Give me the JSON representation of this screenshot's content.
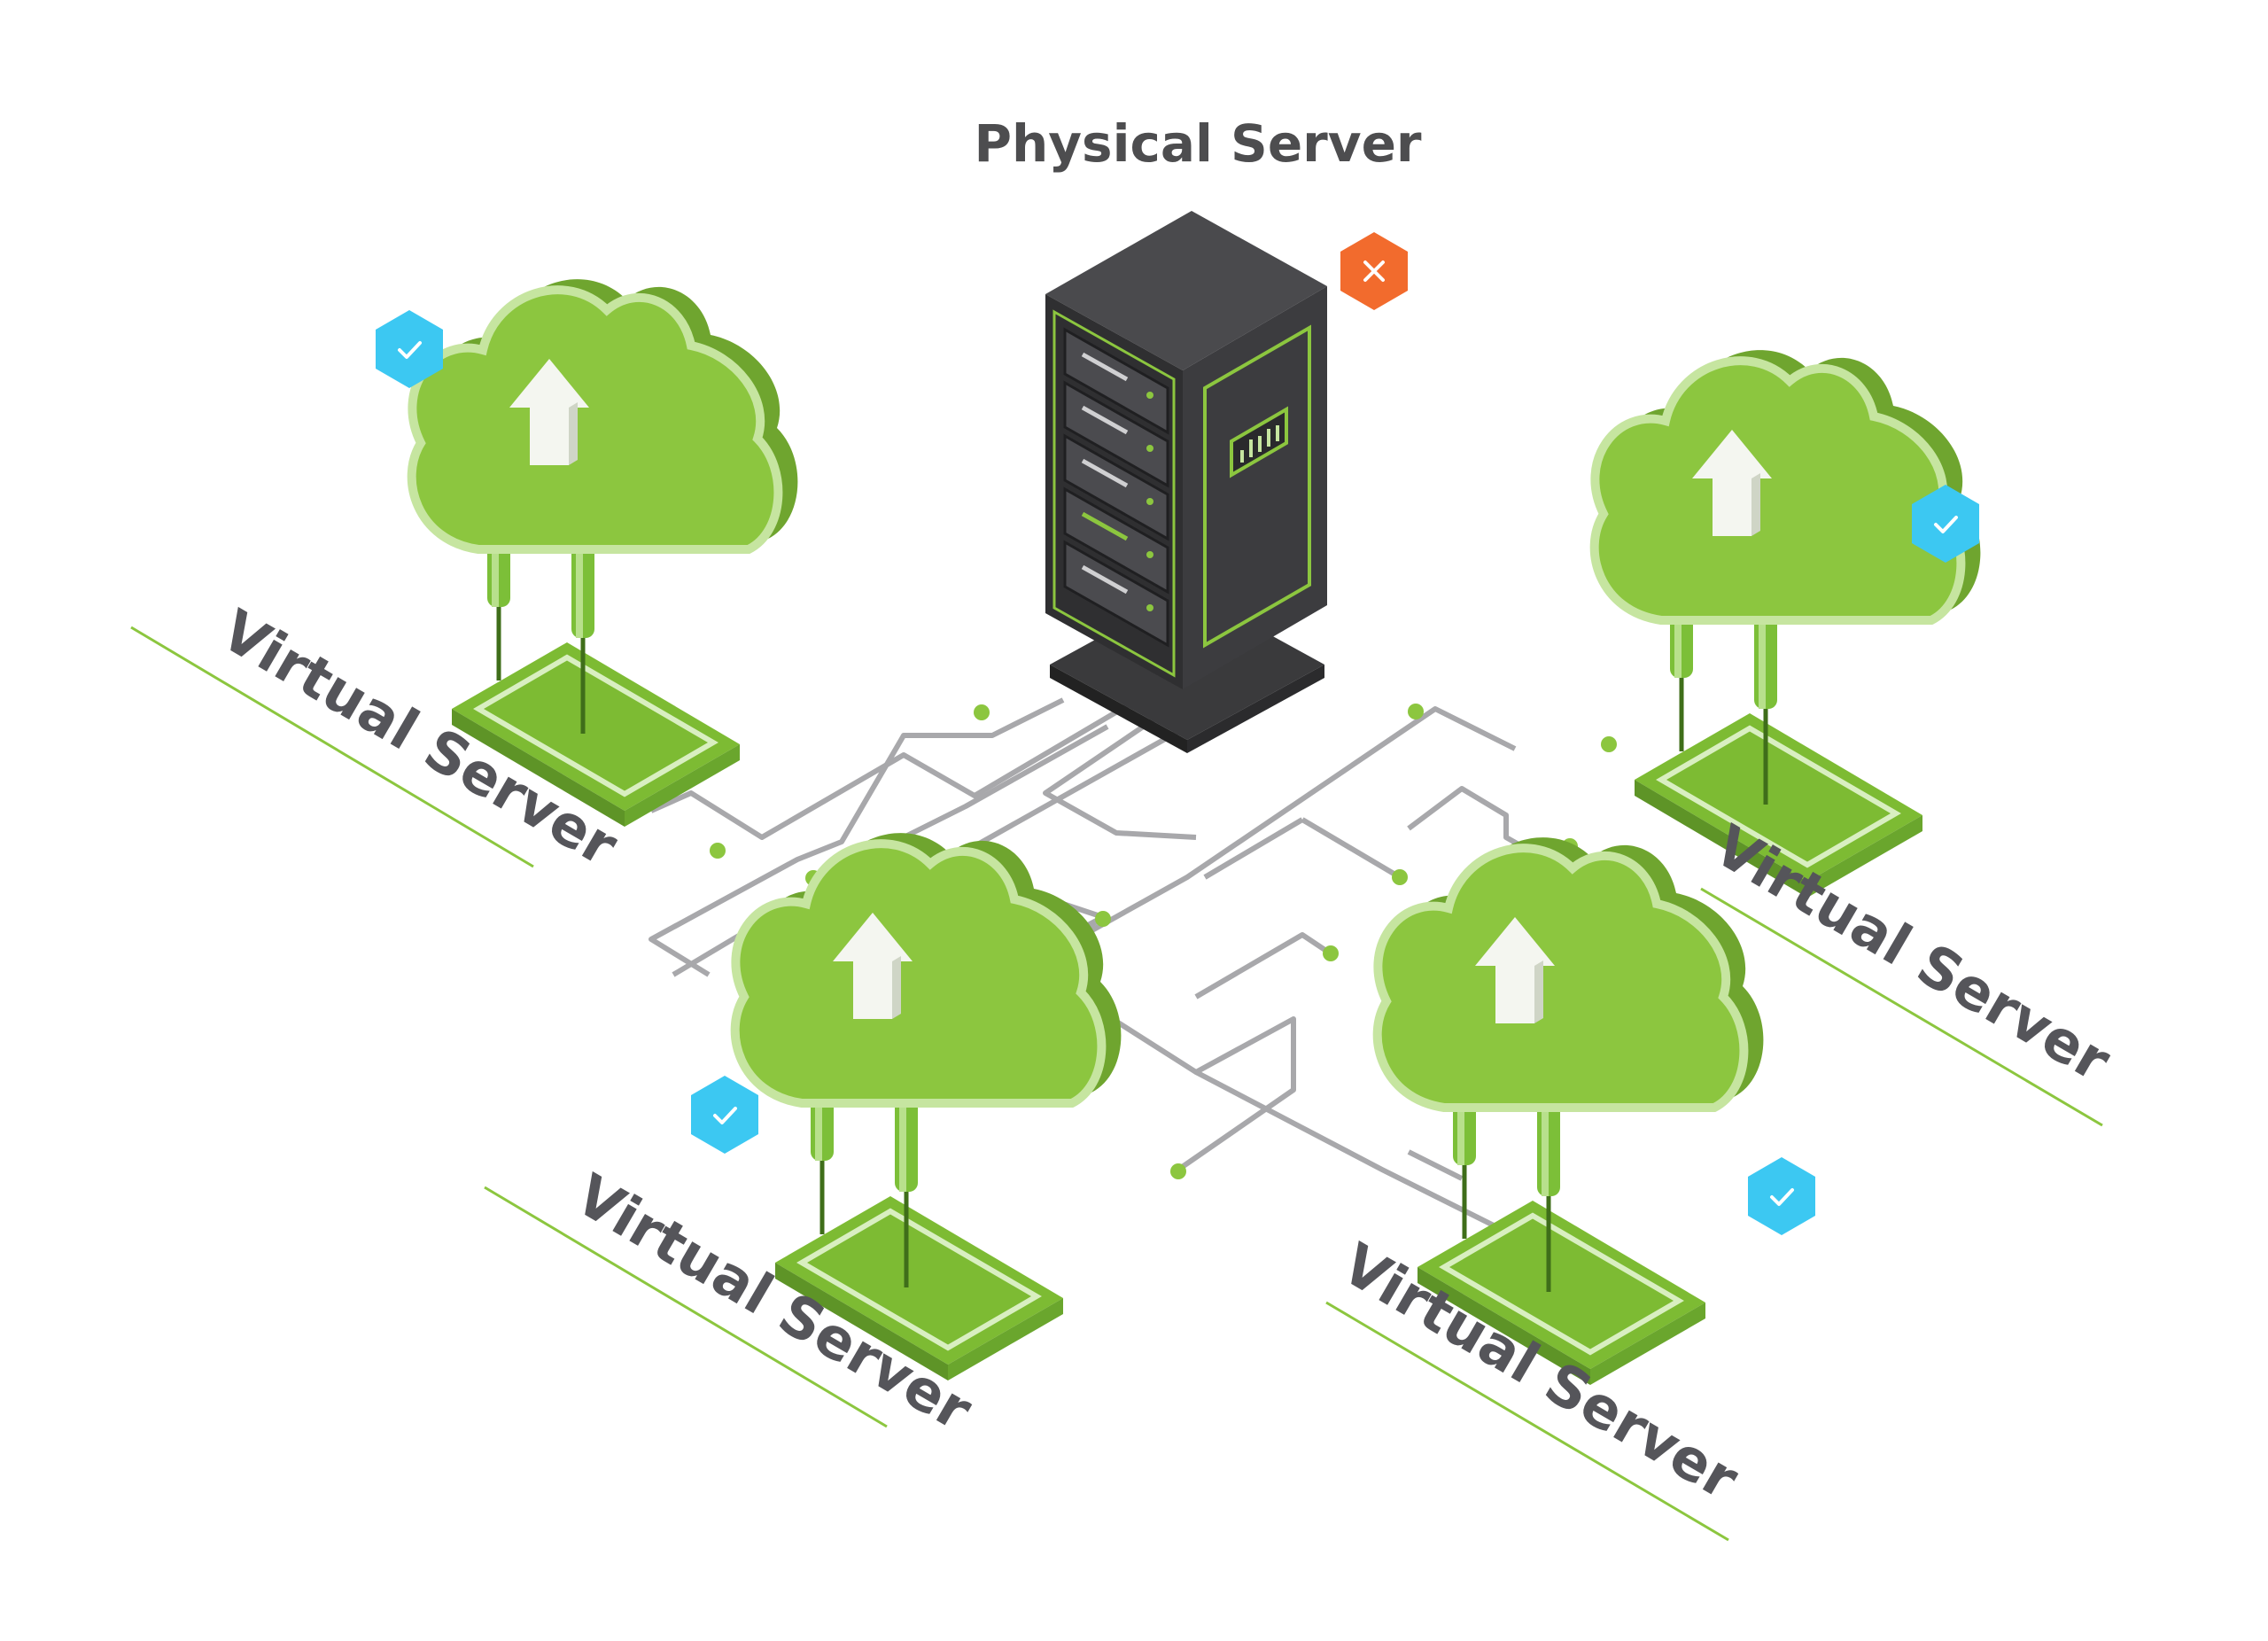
{
  "title": "Physical Server",
  "physical_server": {
    "status_icon": "x-icon",
    "status_color": "#f26b2d"
  },
  "virtual_servers": [
    {
      "label": "Virtual Server",
      "status_icon": "check-icon",
      "status_color": "#3cc8f2"
    },
    {
      "label": "Virtual Server",
      "status_icon": "check-icon",
      "status_color": "#3cc8f2"
    },
    {
      "label": "Virtual Server",
      "status_icon": "check-icon",
      "status_color": "#3cc8f2"
    },
    {
      "label": "Virtual Server",
      "status_icon": "check-icon",
      "status_color": "#3cc8f2"
    }
  ],
  "colors": {
    "cloud_green": "#8cc63f",
    "cloud_light": "#c6e5a0",
    "cloud_dark": "#6fa52f",
    "server_dark": "#2f2f31",
    "server_accent": "#8cc63f",
    "network_line": "#a8a8ab",
    "label_text": "#55555a"
  }
}
